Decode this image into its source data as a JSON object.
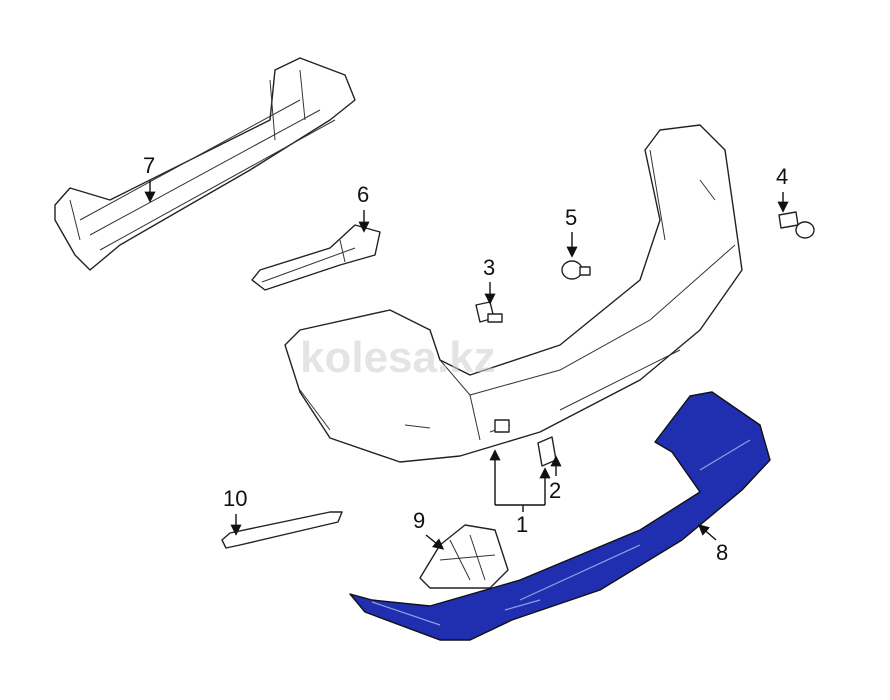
{
  "watermark": "kolesa.kz",
  "callouts": {
    "c1": "1",
    "c2": "2",
    "c3": "3",
    "c4": "4",
    "c5": "5",
    "c6": "6",
    "c7": "7",
    "c8": "8",
    "c9": "9",
    "c10": "10"
  },
  "colors": {
    "highlight_part": "#1f2fb0",
    "outline": "#222222"
  }
}
